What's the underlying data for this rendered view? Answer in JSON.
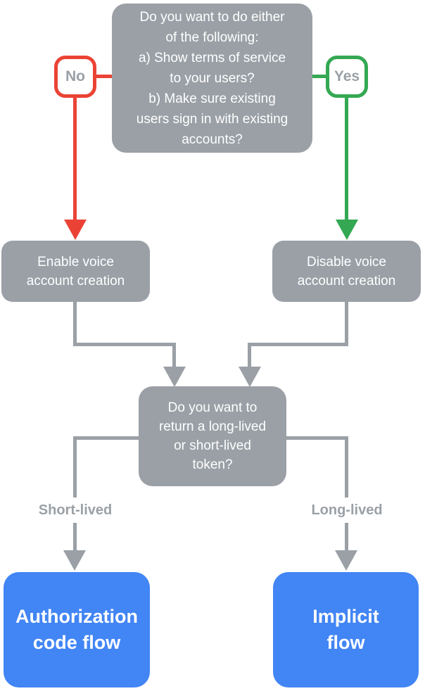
{
  "colors": {
    "node-gray": "#9AA0A6",
    "connector-gray": "#9AA0A6",
    "red": "#EA4335",
    "green": "#34A853",
    "blue": "#4285F4",
    "gray-text": "#9AA0A6"
  },
  "diagram": {
    "type": "decision-flowchart",
    "root_question": "Do you want to do either\nof the following:\na) Show terms of service\nto your users?\nb) Make sure existing\nusers sign in with existing\naccounts?",
    "no_label": "No",
    "yes_label": "Yes",
    "no_result": "Enable voice\naccount creation",
    "yes_result": "Disable voice\naccount creation",
    "token_question": "Do you want to\nreturn a long-lived\nor short-lived\ntoken?",
    "short_lived_label": "Short-lived",
    "long_lived_label": "Long-lived",
    "short_lived_result": "Authorization\ncode flow",
    "long_lived_result": "Implicit\nflow"
  }
}
